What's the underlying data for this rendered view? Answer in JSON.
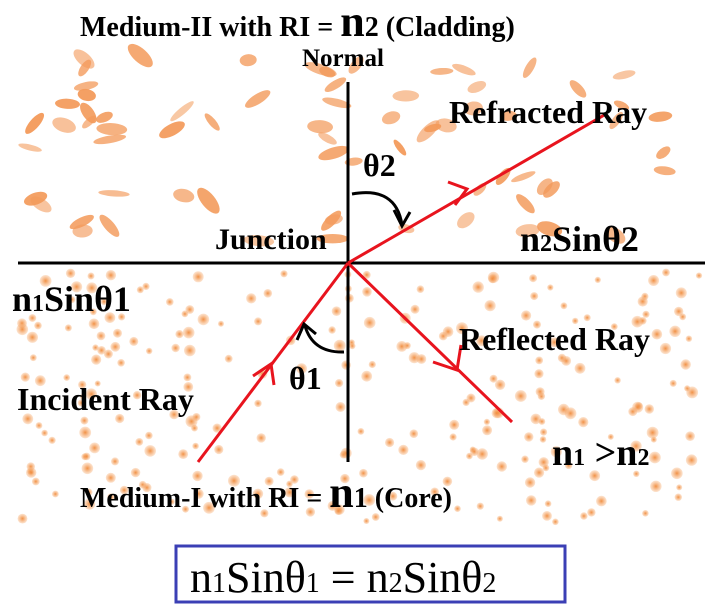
{
  "medium2": {
    "prefix": "Medium-II with RI = ",
    "n": "n",
    "sub": "2",
    "suffix": " (Cladding)"
  },
  "normal_label": "Normal",
  "refracted_label": "Refracted Ray",
  "theta2_label": "θ2",
  "junction_label": "Junction",
  "n2sin": {
    "n": "n",
    "sub1": "2",
    "rest": "Sinθ",
    "sub2": "2"
  },
  "n1sin": {
    "n": "n",
    "sub1": "1",
    "rest": "Sinθ",
    "sub2": "1"
  },
  "reflected_label": "Reflected Ray",
  "theta1_label": "θ1",
  "incident_label": "Incident Ray",
  "compare": {
    "a": "n",
    "asub": "1",
    "op": " >",
    "b": "n",
    "bsub": "2"
  },
  "medium1": {
    "prefix": "Medium-I with RI = ",
    "n": "n",
    "sub": "1",
    "suffix": " (Core)"
  },
  "formula": {
    "left": "n",
    "lsub": "1",
    "lmid": "Sinθ",
    "lsub2": "1",
    "eq": " = ",
    "right": "n",
    "rsub": "2",
    "rmid": "Sinθ",
    "rsub2": "2"
  },
  "colors": {
    "ray": "#e8141e",
    "axis": "#000000",
    "cladding_dots": "#f39a5a",
    "core_dots": "#ef9a55",
    "box": "#3b3fb5"
  }
}
